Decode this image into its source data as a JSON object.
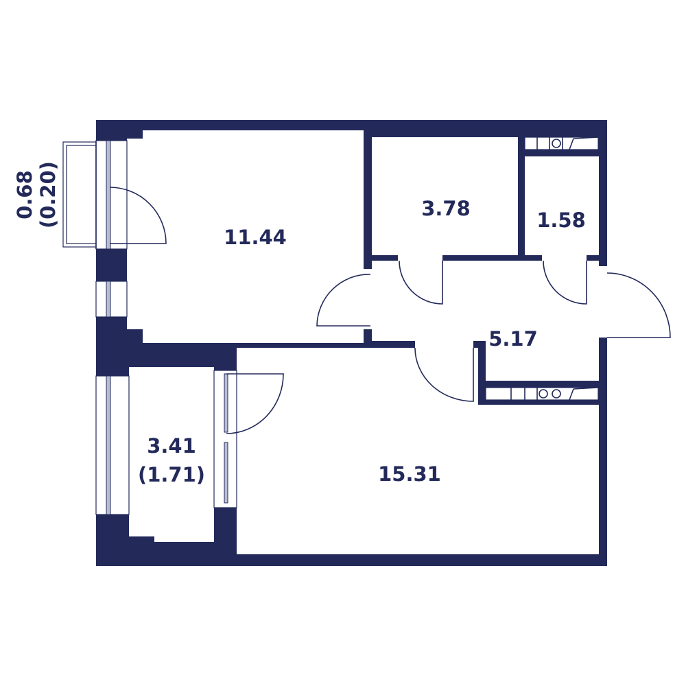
{
  "colors": {
    "wall": "#232a5a",
    "floor": "#ffffff"
  },
  "rooms": {
    "room_main": {
      "area": "11.44"
    },
    "room_storage": {
      "area": "3.78"
    },
    "room_bath": {
      "area": "1.58"
    },
    "hallway": {
      "area": "5.17"
    },
    "kitchen_living": {
      "area": "15.31"
    },
    "loggia": {
      "area": "3.41",
      "reduced_area": "(1.71)"
    },
    "balcony": {
      "area": "0.68",
      "reduced_area": "(0.20)"
    }
  }
}
